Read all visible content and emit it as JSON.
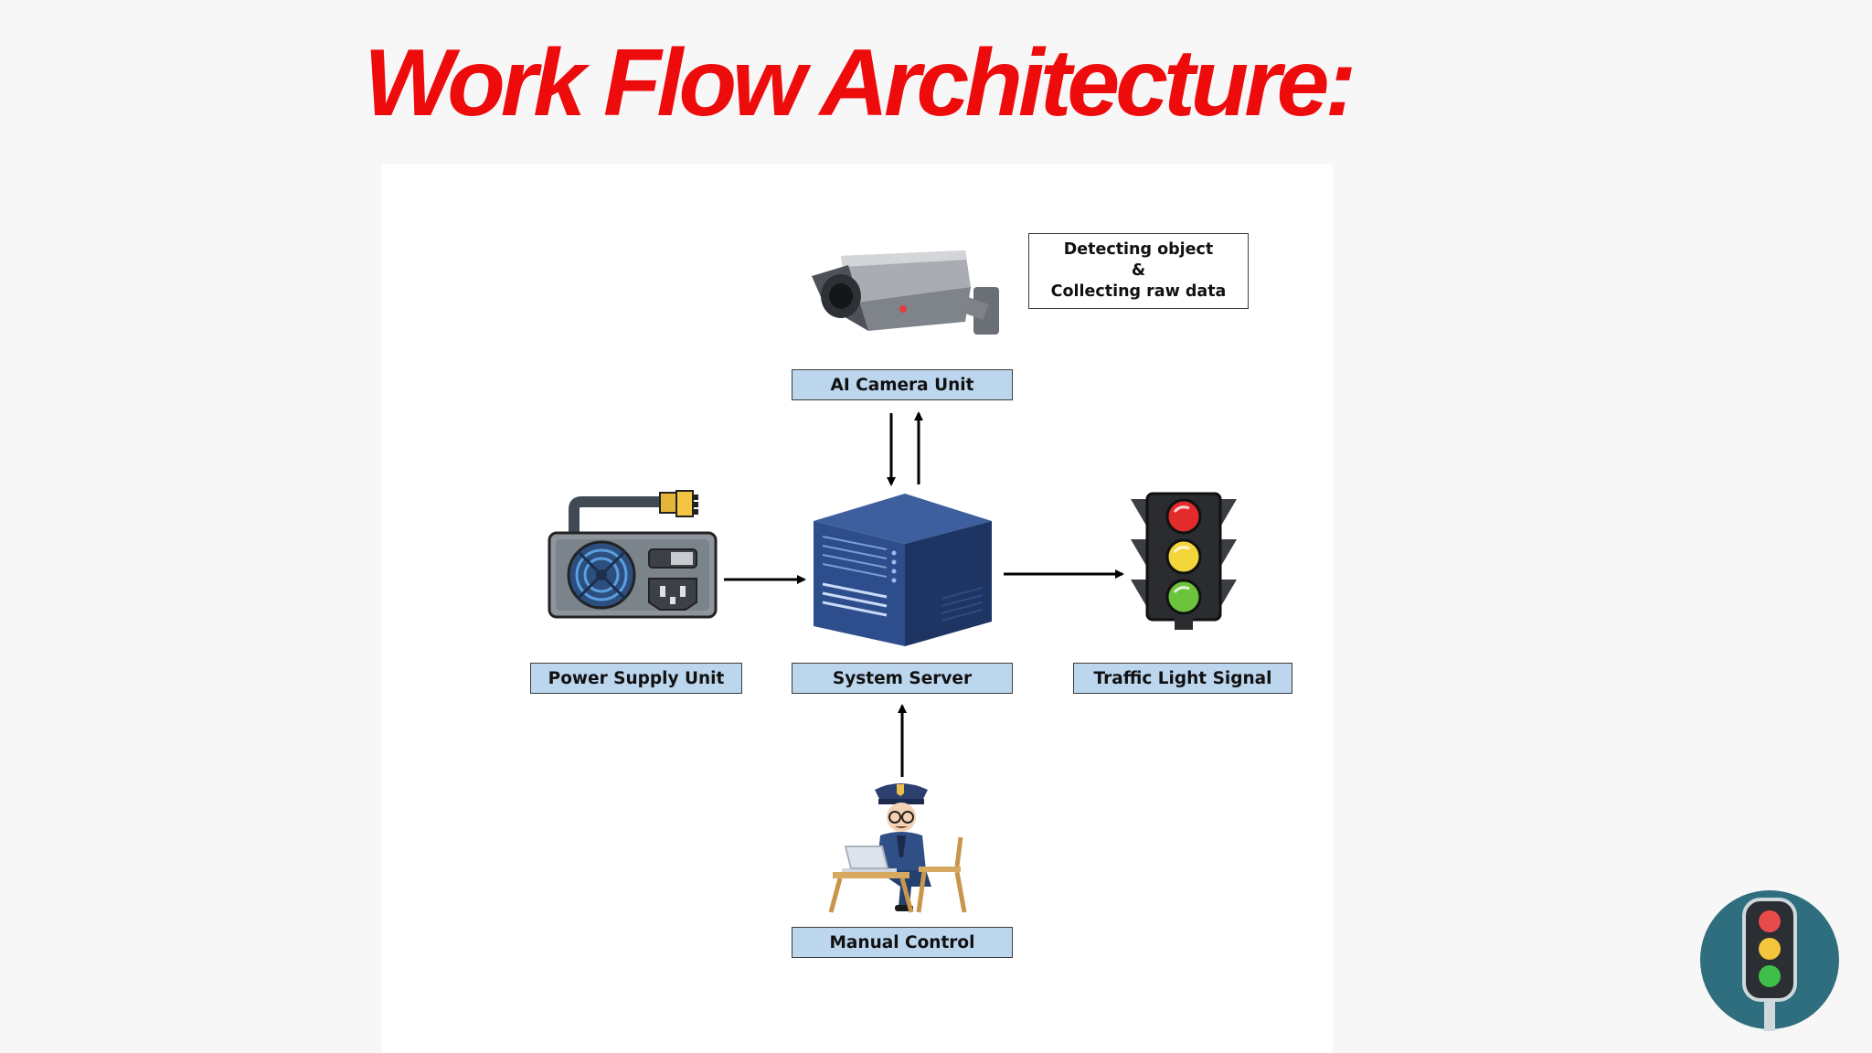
{
  "slide": {
    "title": "Work Flow Architecture:"
  },
  "nodes": {
    "camera": {
      "label": "AI Camera Unit",
      "icon": "cctv-camera-icon"
    },
    "power": {
      "label": "Power Supply Unit",
      "icon": "power-supply-icon"
    },
    "server": {
      "label": "System Server",
      "icon": "server-tower-icon"
    },
    "traffic": {
      "label": "Traffic Light Signal",
      "icon": "traffic-light-icon"
    },
    "manual": {
      "label": "Manual Control",
      "icon": "police-officer-at-desk-icon"
    }
  },
  "note": {
    "line1": "Detecting object",
    "line2": "&",
    "line3": "Collecting raw data"
  },
  "corner_logo": {
    "icon": "traffic-light-logo-icon"
  },
  "colors": {
    "title": "#ee0b0b",
    "label_fill": "#bcd6ee",
    "server_blue": "#24407a",
    "logo_teal": "#2f6e7e"
  }
}
